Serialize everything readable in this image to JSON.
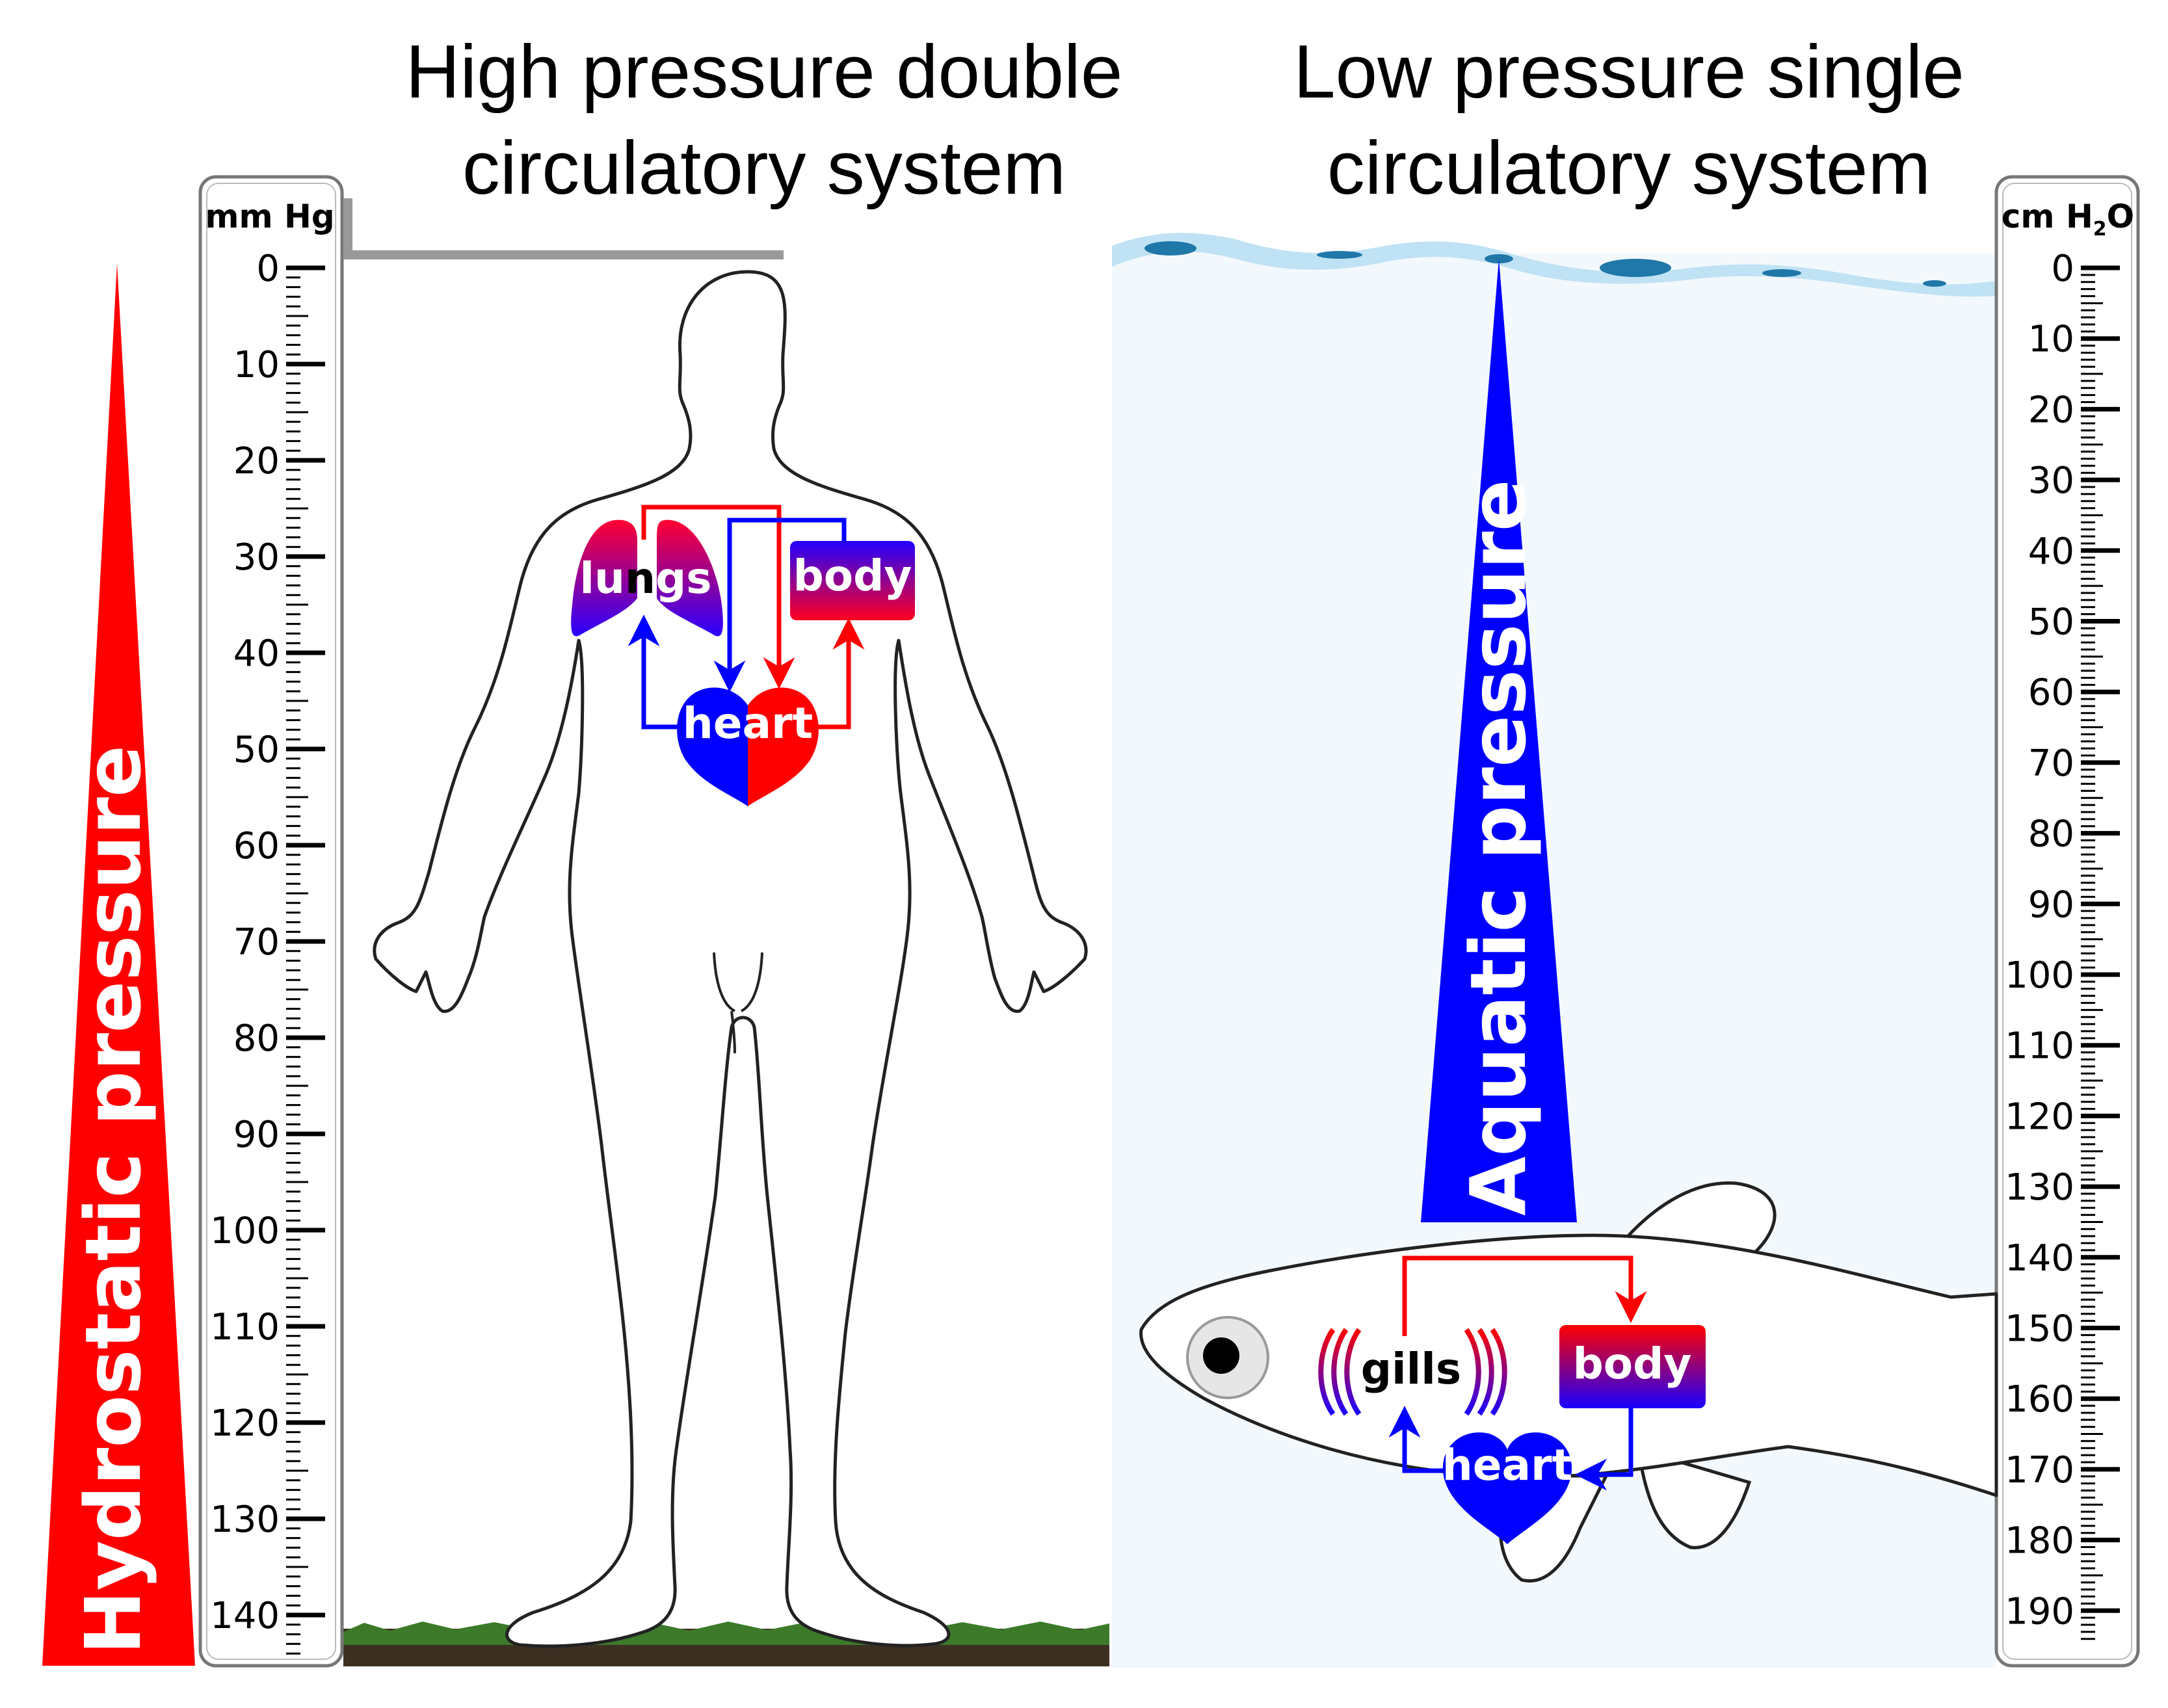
{
  "titles": {
    "left_line1": "High pressure double",
    "left_line2": "circulatory system",
    "right_line1": "Low pressure single",
    "right_line2": "circulatory system"
  },
  "left_scale": {
    "unit": "mm Hg",
    "labels": [
      "0",
      "10",
      "20",
      "30",
      "40",
      "50",
      "60",
      "70",
      "80",
      "90",
      "100",
      "110",
      "120",
      "130",
      "140"
    ]
  },
  "right_scale": {
    "unit_prefix": "cm H",
    "unit_sub": "2",
    "unit_suffix": "O",
    "labels": [
      "0",
      "10",
      "20",
      "30",
      "40",
      "50",
      "60",
      "70",
      "80",
      "90",
      "100",
      "110",
      "120",
      "130",
      "140",
      "150",
      "160",
      "170",
      "180",
      "190"
    ]
  },
  "pressure_labels": {
    "hydrostatic": "Hydrostatic pressure",
    "aquatic": "Aquatic pressure"
  },
  "human": {
    "lungs_a": "lu",
    "lungs_b": "n",
    "lungs_c": "gs",
    "body": "body",
    "heart_a": "he",
    "heart_b": "art"
  },
  "fish": {
    "gills": "gills",
    "body": "body",
    "heart": "heart"
  },
  "colors": {
    "red": "#ff0000",
    "blue": "#0000ff",
    "water_light": "#f3f8fc",
    "water_surface": "#bfe2f4",
    "ground": "#3c7a2a"
  }
}
